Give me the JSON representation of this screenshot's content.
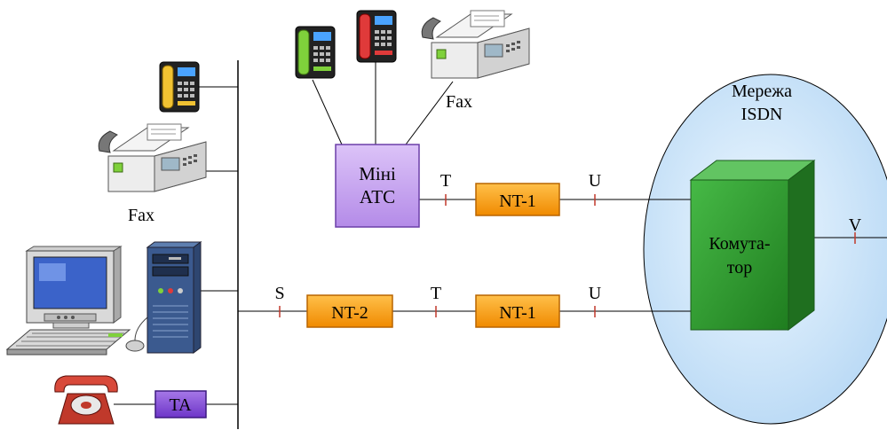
{
  "network": {
    "title_line1": "Мережа",
    "title_line2": "ISDN"
  },
  "pbx": {
    "line1": "Міні",
    "line2": "АТС"
  },
  "switch": {
    "line1": "Комута-",
    "line2": "тор"
  },
  "boxes": {
    "nt1_top": "NT-1",
    "nt1_bottom": "NT-1",
    "nt2": "NT-2",
    "ta": "TA"
  },
  "refpoints": {
    "t_top": "T",
    "u_top": "U",
    "s": "S",
    "t_bottom": "T",
    "u_bottom": "U",
    "v": "V"
  },
  "devices": {
    "fax_left_label": "Fax",
    "fax_top_label": "Fax"
  },
  "colors": {
    "nt_fill": "#f7a21a",
    "nt_border": "#c66f00",
    "pbx_fill": "#c9a7f2",
    "ta_fill": "#8e5bd6",
    "switch_front": "#2e9e2e",
    "switch_side": "#1d6b1d",
    "switch_top": "#5fc65f",
    "cloud_fill": "#d6ecfb"
  }
}
